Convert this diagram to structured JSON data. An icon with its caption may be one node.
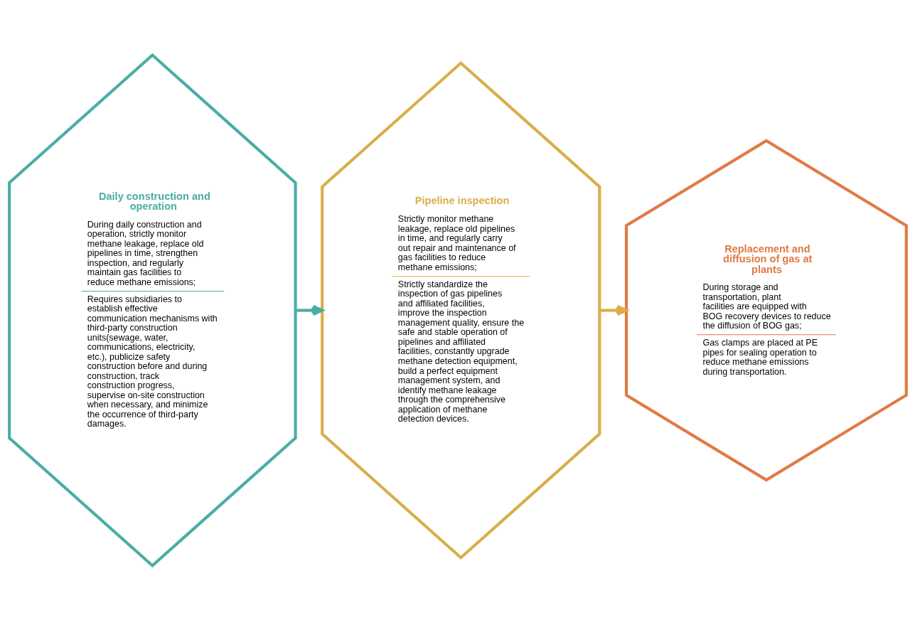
{
  "diagram": {
    "nodes": [
      {
        "text": [
          "Daily construction and operation",
          "During daily construction and operation, strictly monitor methane leakage, replace old pipelines in time, strengthen inspection, and regularly maintain gas facilities to reduce methane emissions;",
          "Requires subsidiaries to establish effective communication mechanisms with third-party construction units(sewage, water, communications, electricity, etc.), publicize safety construction before and during construction, track construction progress, supervise on-site construction when necessary, and minimize the occurrence of third-party damages."
        ]
      },
      {
        "text": [
          "Pipeline inspection",
          "Strictly monitor methane leakage, replace old pipelines in time, and regularly carry out repair and maintenance of gas facilities to reduce methane emissions;",
          "Strictly standardize the inspection of gas pipelines and affiliated facilities, improve the inspection management quality, ensure the safe and stable operation of pipelines and affiliated facilities, constantly upgrade methane detection equipment, build a perfect equipment management system, and identify methane leakage through the comprehensive application of methane detection devices."
        ]
      },
      {
        "text": [
          "Replacement and diffusion of gas at plants",
          "During storage and transportation, plant facilities are equipped with BOG recovery devices to reduce the diffusion of BOG gas;",
          "Gas clamps are placed at PE pipes for sealing operation to reduce methane emissions during transportation."
        ]
      }
    ],
    "edges": [
      {
        "from": 0,
        "to": 1,
        "arrow": "to",
        "color": "#4aada5"
      },
      {
        "from": 1,
        "to": 2,
        "arrow": "to",
        "color": "#d9ae4a"
      }
    ]
  }
}
